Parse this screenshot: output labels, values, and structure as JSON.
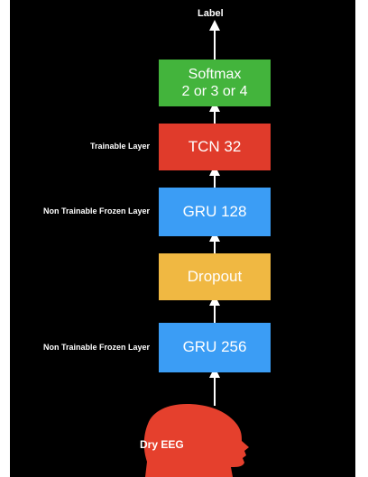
{
  "diagram": {
    "output_label": "Label",
    "input_label": "Dry EEG",
    "colors": {
      "background": "#000000",
      "softmax": "#43b43c",
      "tcn": "#e03b2b",
      "gru": "#3b9df5",
      "dropout": "#f0b842",
      "head": "#e5402d",
      "arrow": "#ffffff"
    },
    "layers": [
      {
        "id": "softmax",
        "lines": [
          "Softmax",
          "2 or 3 or 4"
        ],
        "side_label": ""
      },
      {
        "id": "tcn",
        "lines": [
          "TCN 32"
        ],
        "side_label": "Trainable Layer"
      },
      {
        "id": "gru128",
        "lines": [
          "GRU 128"
        ],
        "side_label": "Non Trainable Frozen Layer"
      },
      {
        "id": "dropout",
        "lines": [
          "Dropout"
        ],
        "side_label": ""
      },
      {
        "id": "gru256",
        "lines": [
          "GRU 256"
        ],
        "side_label": "Non Trainable Frozen Layer"
      }
    ],
    "icons": {
      "head": "head-silhouette-icon"
    }
  }
}
